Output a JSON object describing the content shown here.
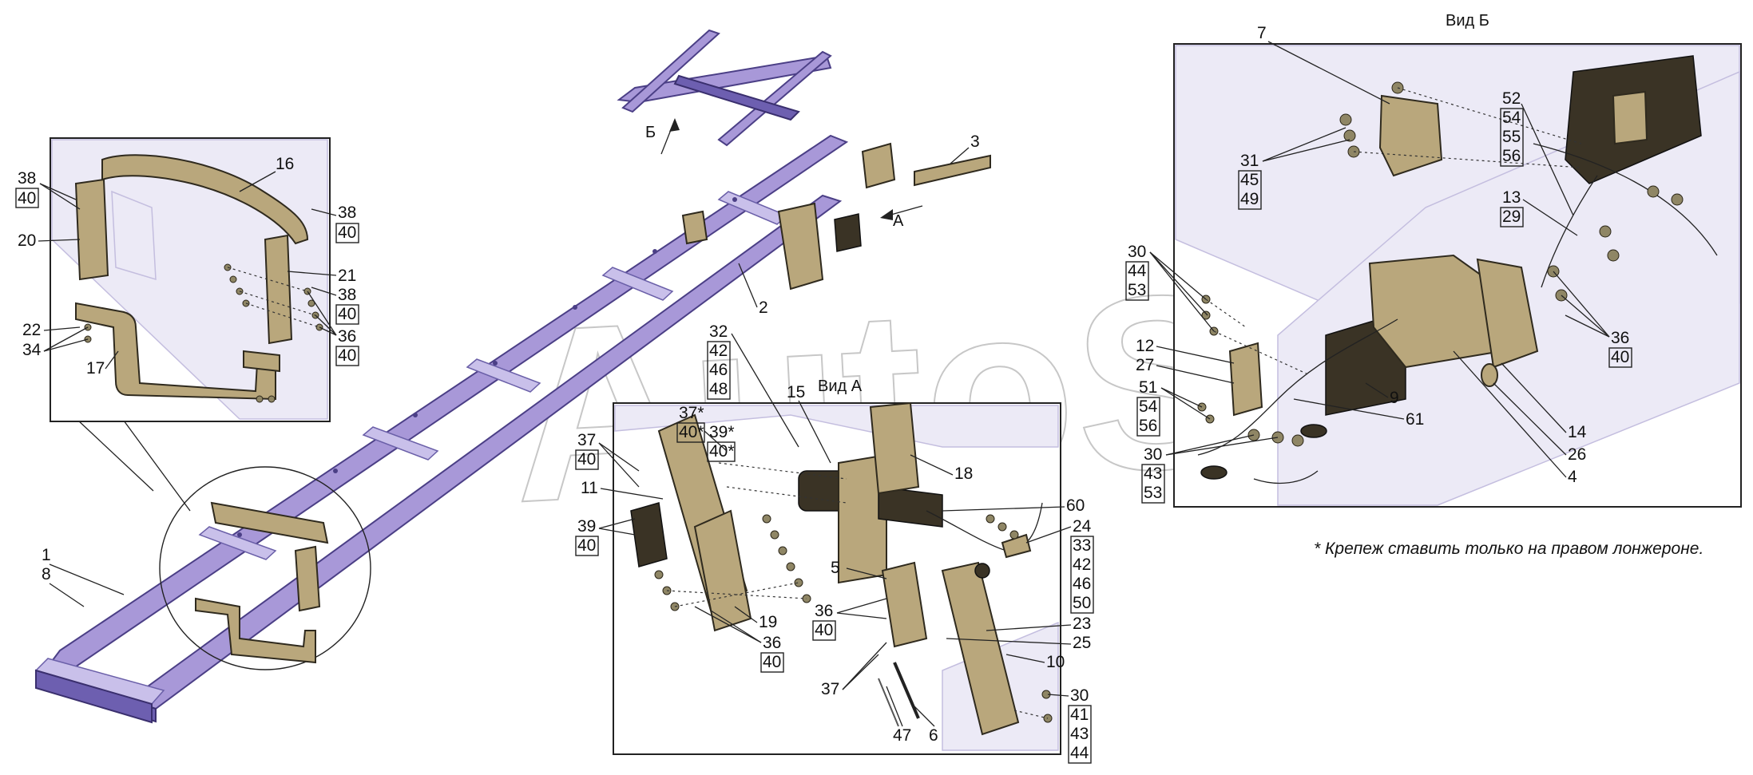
{
  "views": {
    "view_a_title": "Вид А",
    "view_b_title": "Вид Б",
    "arrow_a": "А",
    "arrow_b": "Б"
  },
  "watermark": "AutoSoft",
  "note": "* Крепеж ставить только на правом лонжероне.",
  "labels": {
    "main": [
      "1",
      "8",
      "2",
      "3"
    ],
    "inset_detail": [
      "16",
      "38",
      "40",
      "38",
      "40",
      "20",
      "21",
      "38",
      "40",
      "22",
      "34",
      "17",
      "36",
      "40"
    ],
    "view_a": [
      "32",
      "42",
      "46",
      "48",
      "15",
      "37*",
      "40*",
      "39*",
      "40*",
      "37",
      "40",
      "11",
      "39",
      "40",
      "18",
      "60",
      "24",
      "33",
      "42",
      "46",
      "50",
      "5",
      "36",
      "40",
      "19",
      "36",
      "40",
      "23",
      "25",
      "10",
      "37",
      "47",
      "6",
      "30",
      "41",
      "43",
      "44"
    ],
    "view_b": [
      "7",
      "31",
      "45",
      "49",
      "52",
      "54",
      "55",
      "56",
      "13",
      "29",
      "30",
      "44",
      "53",
      "12",
      "27",
      "51",
      "54",
      "56",
      "9",
      "61",
      "30",
      "43",
      "53",
      "36",
      "40",
      "14",
      "26",
      "4"
    ]
  },
  "colors": {
    "frame": "#a898d8",
    "frame_dark": "#6d5fb0",
    "part": "#b9a77c",
    "part_dark": "#3a3325"
  }
}
